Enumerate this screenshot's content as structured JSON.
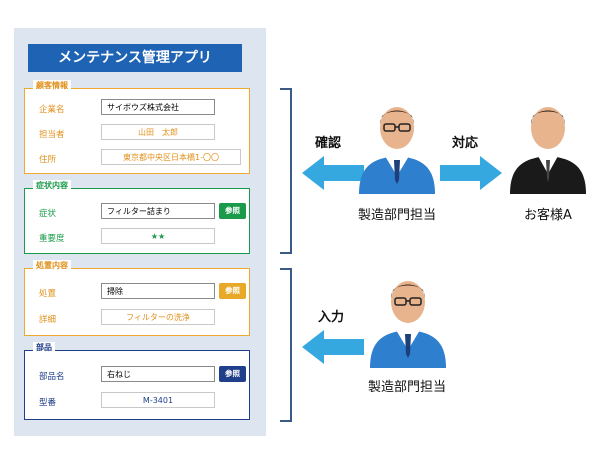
{
  "app": {
    "title": "メンテナンス管理アプリ",
    "customer": {
      "section_title": "顧客情報",
      "company_label": "企業名",
      "company_value": "サイボウズ株式会社",
      "person_label": "担当者",
      "person_value": "山田　太郎",
      "address_label": "住所",
      "address_value": "東京都中央区日本橋1-〇〇"
    },
    "symptom": {
      "section_title": "症状内容",
      "symptom_label": "症状",
      "symptom_value": "フィルター詰まり",
      "ref_label": "参照",
      "importance_label": "重要度",
      "importance_value": "★★"
    },
    "treatment": {
      "section_title": "処置内容",
      "action_label": "処置",
      "action_value": "掃除",
      "ref_label": "参照",
      "detail_label": "詳細",
      "detail_value": "フィルターの洗浄"
    },
    "parts": {
      "section_title": "部品",
      "name_label": "部品名",
      "name_value": "右ねじ",
      "ref_label": "参照",
      "model_label": "型番",
      "model_value": "M-3401"
    }
  },
  "flow": {
    "confirm_label": "確認",
    "respond_label": "対応",
    "input_label": "入力",
    "staff_top": "製造部門担当",
    "customer": "お客様A",
    "staff_bottom": "製造部門担当"
  },
  "colors": {
    "orange": "#f0a830",
    "green": "#1a9a4a",
    "navy": "#1f3f8a",
    "title_blue": "#1f63b4",
    "arrow_cyan": "#34a8df"
  }
}
